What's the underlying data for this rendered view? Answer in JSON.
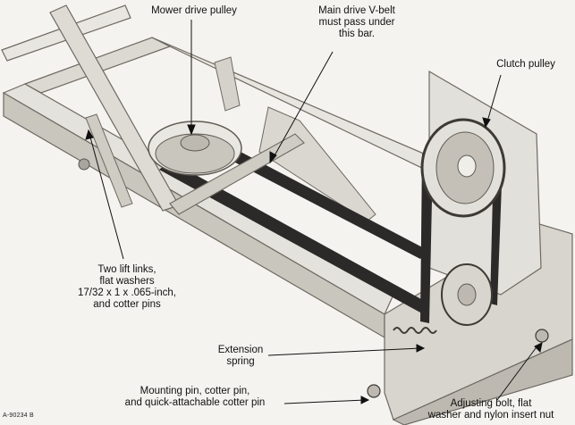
{
  "figure": {
    "labels": {
      "mower_drive_pulley": "Mower drive pulley",
      "main_drive_belt": "Main drive V-belt\nmust pass under\nthis bar.",
      "clutch_pulley": "Clutch pulley",
      "lift_links": "Two lift links,\nflat washers\n17/32 x 1 x .065-inch,\nand cotter pins",
      "extension_spring": "Extension\nspring",
      "mounting_pin": "Mounting pin, cotter pin,\nand quick-attachable cotter pin",
      "adjusting_bolt": "Adjusting bolt, flat\nwasher and nylon insert nut"
    },
    "figure_code": "A-90234 B"
  },
  "colors": {
    "background": "#f4f3ef",
    "metal_light": "#e4e2dc",
    "metal_mid": "#c9c6be",
    "metal_dark": "#8f8b82",
    "belt": "#2b2a28",
    "ink": "#111111"
  }
}
